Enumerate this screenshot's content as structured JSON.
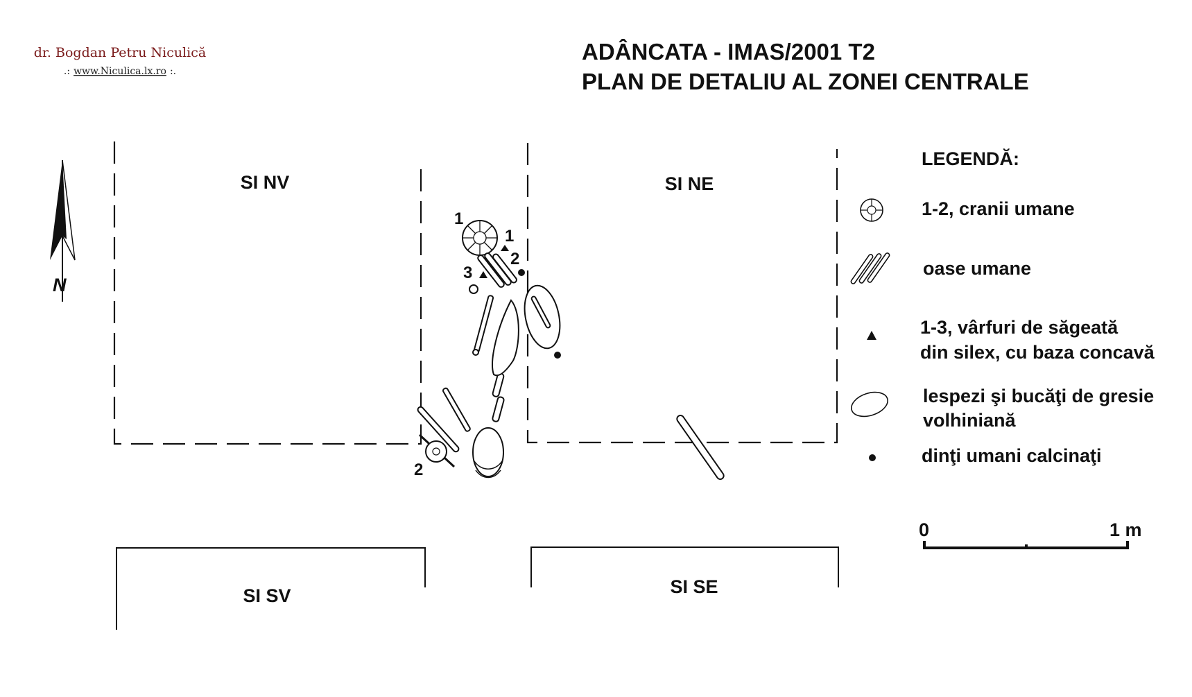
{
  "logo": {
    "author": "dr. Bogdan Petru Niculică",
    "url_prefix": ".:",
    "url": "www.Niculica.lx.ro",
    "url_suffix": ":."
  },
  "title": {
    "line1": "ADÂNCATA - IMAS/2001 T2",
    "line2": "PLAN DE DETALIU AL ZONEI CENTRALE"
  },
  "sections": {
    "nv": "SI NV",
    "ne": "SI NE",
    "sv": "SI SV",
    "se": "SI SE"
  },
  "north_label": "N",
  "finds": {
    "skull1": "1",
    "skull2": "2",
    "arrow1": "1",
    "arrow2": "2",
    "arrow3": "3"
  },
  "legend": {
    "heading": "LEGENDĂ:",
    "items": [
      {
        "icon": "skull-icon",
        "lines": [
          "1-2, cranii umane"
        ]
      },
      {
        "icon": "bones-icon",
        "lines": [
          "oase umane"
        ]
      },
      {
        "icon": "triangle-icon",
        "lines": [
          "1-3, vârfuri de săgeată",
          "din silex, cu baza concavă"
        ]
      },
      {
        "icon": "stone-icon",
        "lines": [
          "lespezi şi bucăţi de gresie",
          "volhiniană"
        ]
      },
      {
        "icon": "dot-icon",
        "lines": [
          "dinţi umani calcinaţi"
        ]
      }
    ]
  },
  "scale": {
    "start": "0",
    "end": "1 m"
  }
}
